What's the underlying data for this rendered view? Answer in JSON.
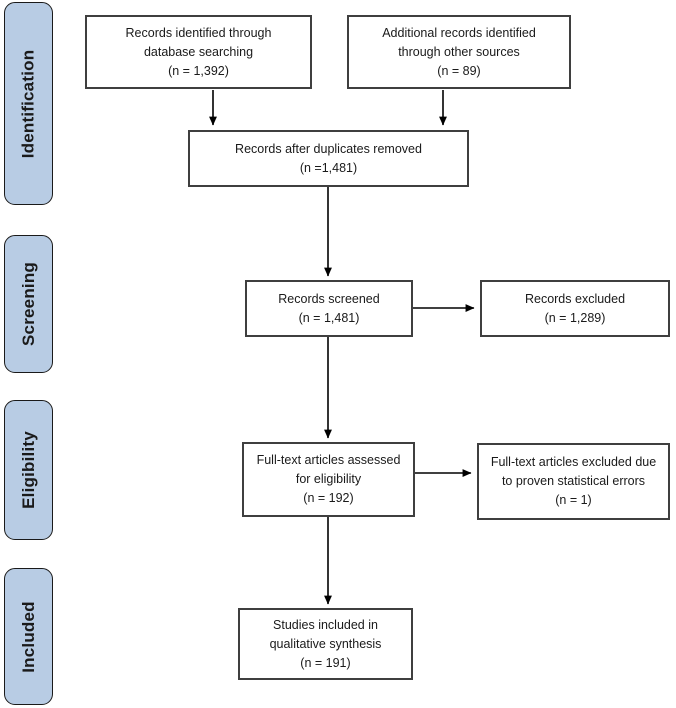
{
  "palette": {
    "stage_fill": "#b8cce4",
    "stage_border": "#1a1a1a",
    "box_fill": "#ffffff",
    "box_border": "#3f3f3f",
    "arrow_color": "#000000",
    "text_color": "#1a1a1a"
  },
  "stages": [
    {
      "label": "Identification"
    },
    {
      "label": "Screening"
    },
    {
      "label": "Eligibility"
    },
    {
      "label": "Included"
    }
  ],
  "boxes": {
    "identified": {
      "lines": [
        "Records identified through",
        "database searching",
        "(n = 1,392)"
      ]
    },
    "additional": {
      "lines": [
        "Additional records identified",
        "through other sources",
        "(n = 89)"
      ]
    },
    "duplicates": {
      "lines": [
        "Records after duplicates removed",
        "(n =1,481)"
      ]
    },
    "screened": {
      "lines": [
        "Records screened",
        "(n = 1,481)"
      ]
    },
    "excluded": {
      "lines": [
        "Records excluded",
        "(n = 1,289)"
      ]
    },
    "fulltext_assessed": {
      "lines": [
        "Full-text articles assessed",
        "for eligibility",
        "(n = 192)"
      ]
    },
    "fulltext_excluded": {
      "lines": [
        "Full-text articles excluded due",
        "to proven statistical errors",
        "(n = 1)"
      ]
    },
    "included_studies": {
      "lines": [
        "Studies included in",
        "qualitative synthesis",
        "(n = 191)"
      ]
    }
  }
}
